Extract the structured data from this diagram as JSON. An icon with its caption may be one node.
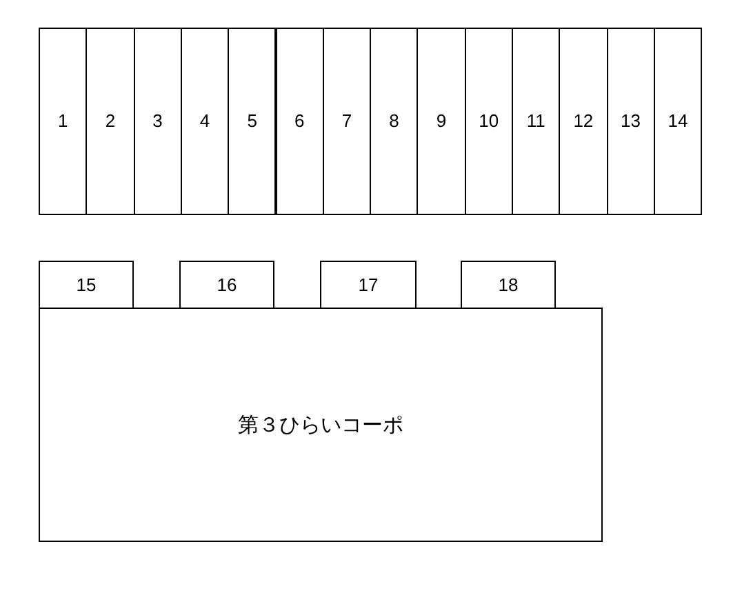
{
  "diagram": {
    "nodes": [
      {
        "text": [
          "1"
        ]
      },
      {
        "text": [
          "2"
        ]
      },
      {
        "text": [
          "3"
        ]
      },
      {
        "text": [
          "4"
        ]
      },
      {
        "text": [
          "5"
        ]
      },
      {
        "text": [
          "6"
        ]
      },
      {
        "text": [
          "7"
        ]
      },
      {
        "text": [
          "8"
        ]
      },
      {
        "text": [
          "9"
        ]
      },
      {
        "text": [
          "10"
        ]
      },
      {
        "text": [
          "11"
        ]
      },
      {
        "text": [
          "12"
        ]
      },
      {
        "text": [
          "13"
        ]
      },
      {
        "text": [
          "14"
        ]
      },
      {
        "text": [
          "15"
        ]
      },
      {
        "text": [
          "16"
        ]
      },
      {
        "text": [
          "17"
        ]
      },
      {
        "text": [
          "18"
        ]
      },
      {
        "text": [
          "第３ひらいコーポ"
        ]
      }
    ]
  }
}
